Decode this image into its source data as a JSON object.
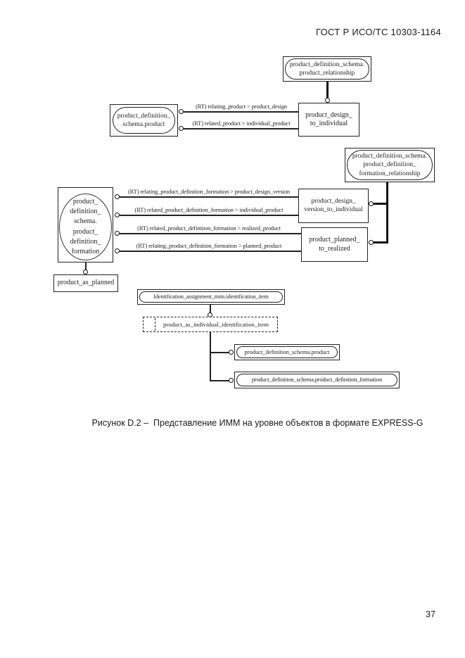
{
  "header": {
    "title": "ГОСТ Р ИСО/ТС 10303-1164"
  },
  "caption": "Рисунок D.2 –  Представление ИММ на уровне объектов в формате EXPRESS-G",
  "page_number": "37",
  "colors": {
    "ink": "#222222",
    "paper": "#ffffff"
  },
  "diagram": {
    "type": "EXPRESS-G entity diagram",
    "boxes": {
      "product_relationship": "product_definition_schema.\nproduct_relationship",
      "pds_product": "product_definition_\nschema.product",
      "product_design_to_individual": "product_design_\nto_individual",
      "formation_relationship": "product_definition_schema.\nproduct_definition_\nformation_relationship",
      "pds_formation_circle": "product_\ndefinition_\nschema.\nproduct_\ndefinition_\nformation",
      "product_design_version_to_individual": "product_design_\nversion_to_individual",
      "product_planned_to_realized": "product_planned_\nto_realized",
      "product_as_planned": "product_as_planned",
      "identification_item": "Identification_assignment_mim.identification_item",
      "product_as_individual_identification_item": "product_as_individual_identification_item",
      "pds_product_full": "product_definition_schema.product",
      "pds_product_definition_formation_full": "product_definition_schema.product_definition_formation"
    },
    "relations": {
      "r1": "(RT) relating_product > product_design",
      "r2": "(RT) related_product > individual_product",
      "r3": "(RT) relating_product_definition_formation > product_design_version",
      "r4": "(RT) related_product_definition_formation > individual_product",
      "r5": "(RT) related_product_definition_formation > realized_product",
      "r6": "(RT) relating_product_definition_formation > planned_product"
    }
  }
}
